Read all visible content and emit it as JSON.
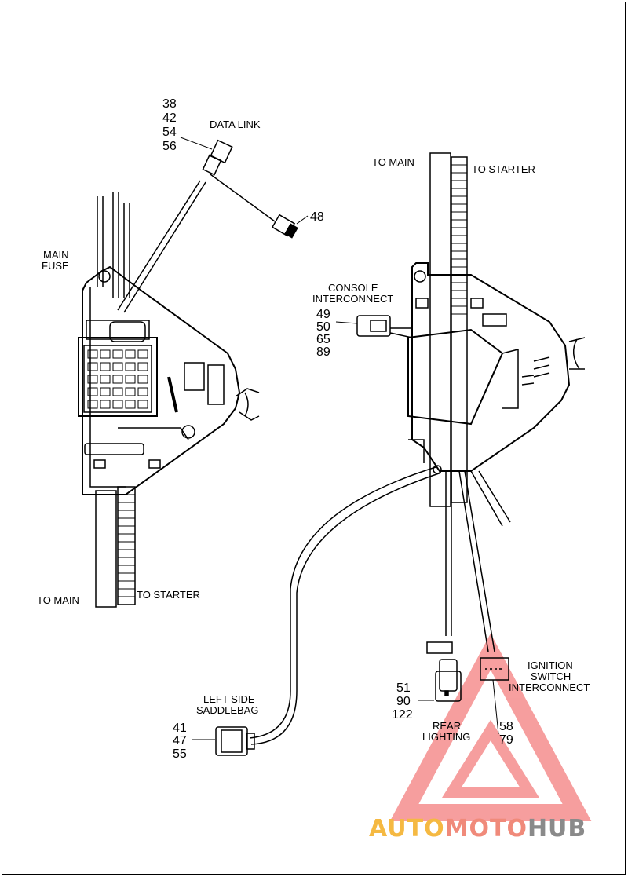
{
  "labels": {
    "data_link": "DATA LINK",
    "main_fuse_1": "MAIN",
    "main_fuse_2": "FUSE",
    "to_main_left": "TO MAIN",
    "to_starter_left": "TO STARTER",
    "to_main_right": "TO MAIN",
    "to_starter_right": "TO STARTER",
    "console_1": "CONSOLE",
    "console_2": "INTERCONNECT",
    "saddlebag_1": "LEFT SIDE",
    "saddlebag_2": "SADDLEBAG",
    "rear_1": "REAR",
    "rear_2": "LIGHTING",
    "ignition_1": "IGNITION",
    "ignition_2": "SWITCH",
    "ignition_3": "INTERCONNECT"
  },
  "callouts": {
    "data_link": [
      "38",
      "42",
      "54",
      "56"
    ],
    "connector_48": [
      "48"
    ],
    "console": [
      "49",
      "50",
      "65",
      "89"
    ],
    "saddlebag": [
      "41",
      "47",
      "55"
    ],
    "rear_lighting": [
      "51",
      "90",
      "122"
    ],
    "ignition": [
      "58",
      "79"
    ]
  },
  "watermark": {
    "part1": "AUTO",
    "part2": "MOTO",
    "part3": "HUB",
    "color1": "#f5b942",
    "color2": "#f08a7a",
    "color3": "#8a8a8a",
    "triangle_color": "#f05050"
  }
}
